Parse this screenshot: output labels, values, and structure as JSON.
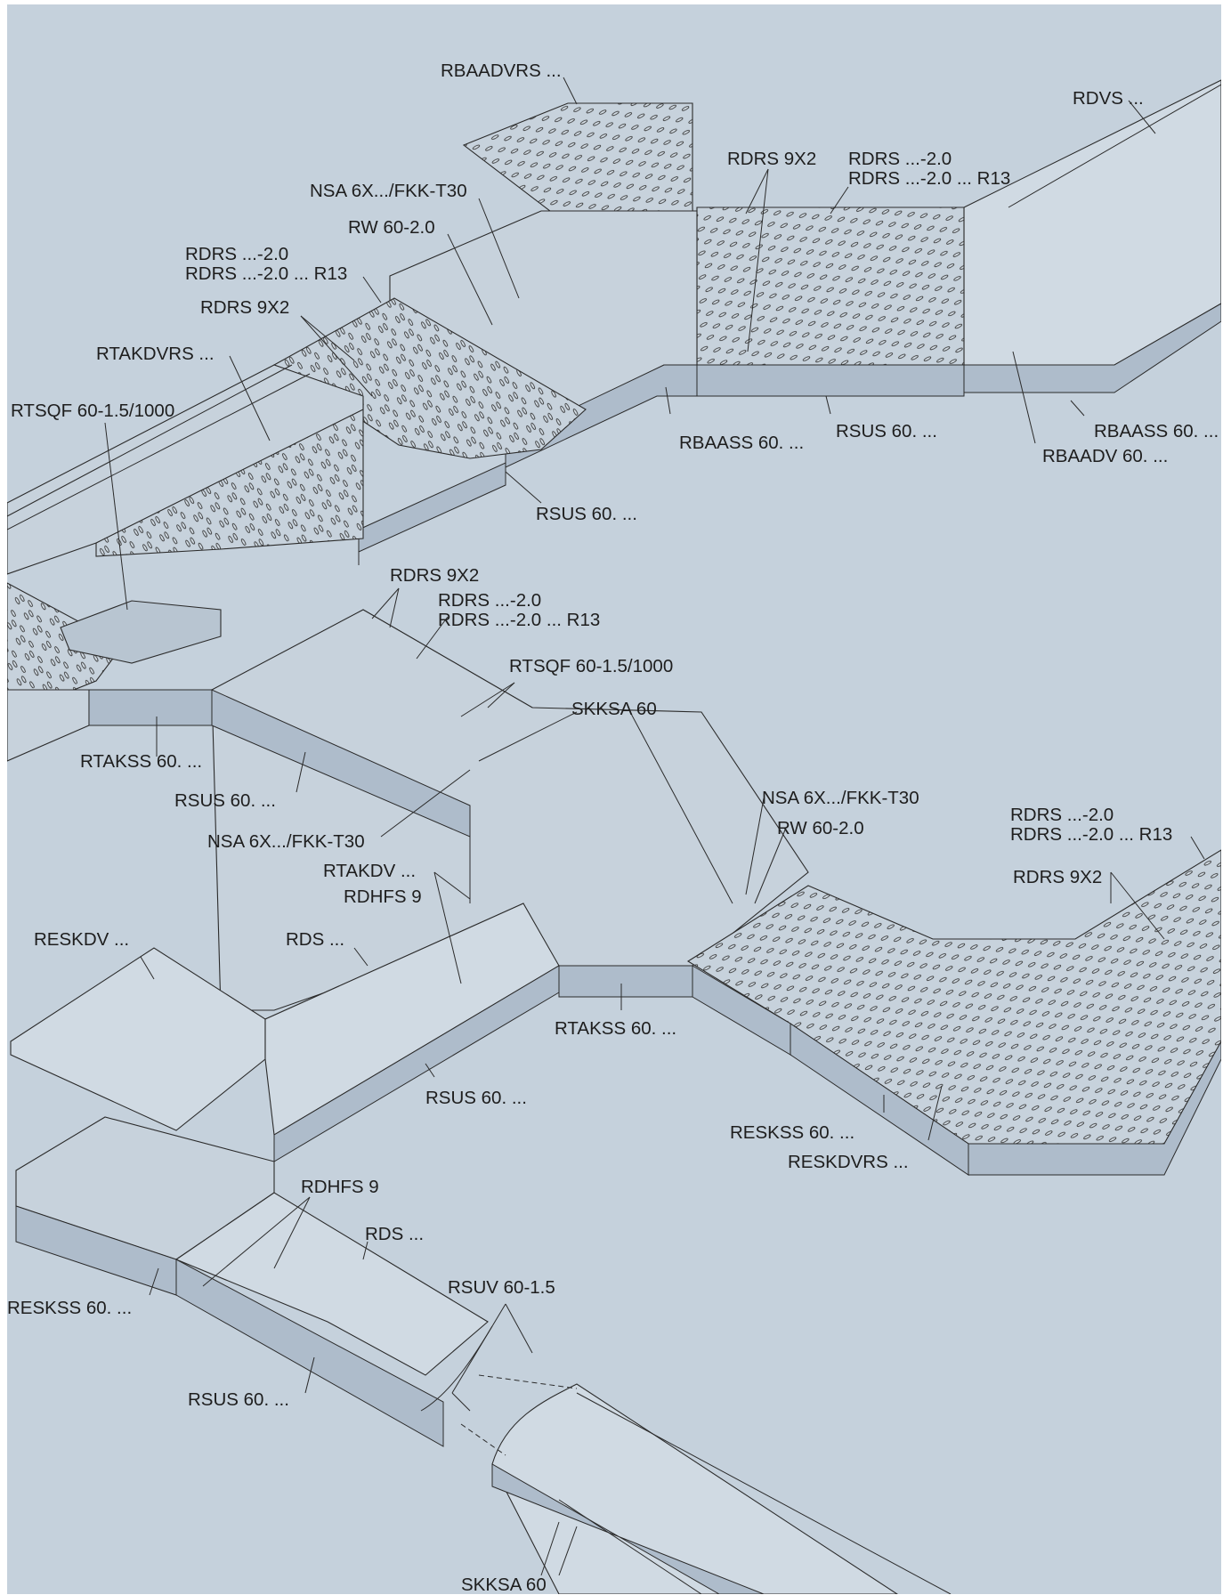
{
  "background_color": "#c5d1dc",
  "line_color": "#2b2b2b",
  "labels": [
    "RBAADVRS ...",
    "RDVS ...",
    "RDRS 9X2",
    "RDRS ...-2.0",
    "RDRS ...-2.0 ... R13",
    "NSA 6X.../FKK-T30",
    "RW 60-2.0",
    "RDRS ...-2.0",
    "RDRS ...-2.0 ... R13",
    "RDRS 9X2",
    "RTAKDVRS ...",
    "RTSQF 60-1.5/1000",
    "RBAASS 60. ...",
    "RSUS 60. ...",
    "RBAASS 60. ...",
    "RBAADV 60. ...",
    "RSUS 60. ...",
    "RDRS 9X2",
    "RDRS ...-2.0",
    "RDRS ...-2.0 ... R13",
    "RTSQF 60-1.5/1000",
    "SKKSA 60",
    "RTAKSS 60. ...",
    "RSUS 60. ...",
    "NSA 6X.../FKK-T30",
    "RW 60-2.0",
    "NSA 6X.../FKK-T30",
    "RDRS ...-2.0",
    "RDRS ...-2.0 ... R13",
    "RDRS 9X2",
    "RTAKDV ...",
    "RDHFS 9",
    "RESKDV ...",
    "RDS ...",
    "RTAKSS 60. ...",
    "RSUS 60. ...",
    "RESKSS 60. ...",
    "RESKDVRS ...",
    "RDHFS 9",
    "RDS ...",
    "RSUV 60-1.5",
    "RESKSS 60. ...",
    "RSUS 60. ...",
    "SKKSA 60"
  ]
}
